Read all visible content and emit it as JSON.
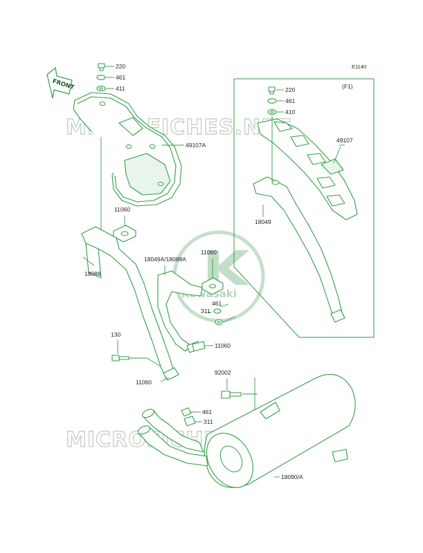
{
  "diagram": {
    "code": "E1140",
    "variant_label": "(F1)",
    "front_label": "FRONT",
    "watermark": "MICROFICHES.NET",
    "logo_text": "Kawasaki",
    "callouts": {
      "p220a": "220",
      "p461a": "461",
      "p411": "411",
      "p49107a": "49107A",
      "p11060a": "11060",
      "p18088": "18088",
      "p18049a": "18049A/18088A",
      "p11060b": "11060",
      "p461b": "461",
      "p311a": "311",
      "p11060c": "11060",
      "p130": "130",
      "p11060d": "11060",
      "p220b": "220",
      "p461c": "461",
      "p410": "410",
      "p49107": "49107",
      "p18049": "18049",
      "p92002": "92002",
      "p461d": "461",
      "p311b": "311",
      "p18090a": "18090/A"
    }
  }
}
